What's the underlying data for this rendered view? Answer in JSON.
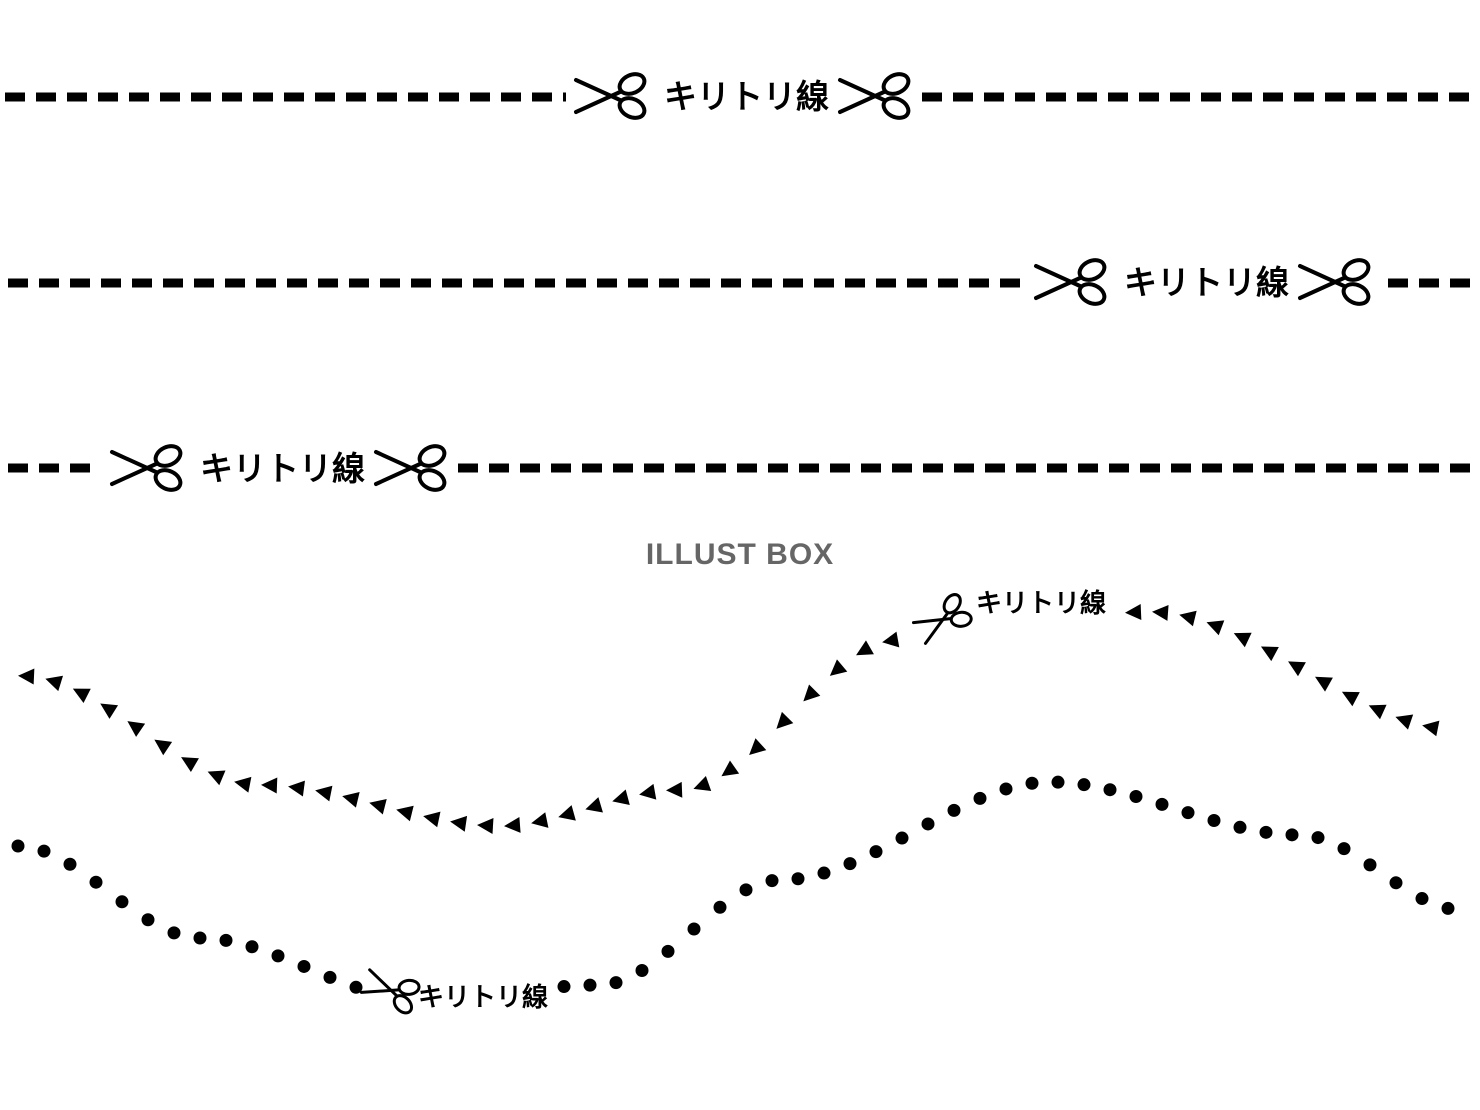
{
  "cut_label": "キリトリ線",
  "watermark": "ILLUST BOX",
  "colors": {
    "ink": "#000000",
    "watermark": "#666666",
    "background": "#ffffff"
  },
  "icons": [
    "scissors-icon"
  ],
  "lines": [
    {
      "id": "dashed-line-1",
      "style": "dashed"
    },
    {
      "id": "dashed-line-2",
      "style": "dashed"
    },
    {
      "id": "dashed-line-3",
      "style": "dashed"
    },
    {
      "id": "triangle-wave-line",
      "style": "triangles"
    },
    {
      "id": "dotted-wave-line",
      "style": "dots"
    }
  ]
}
